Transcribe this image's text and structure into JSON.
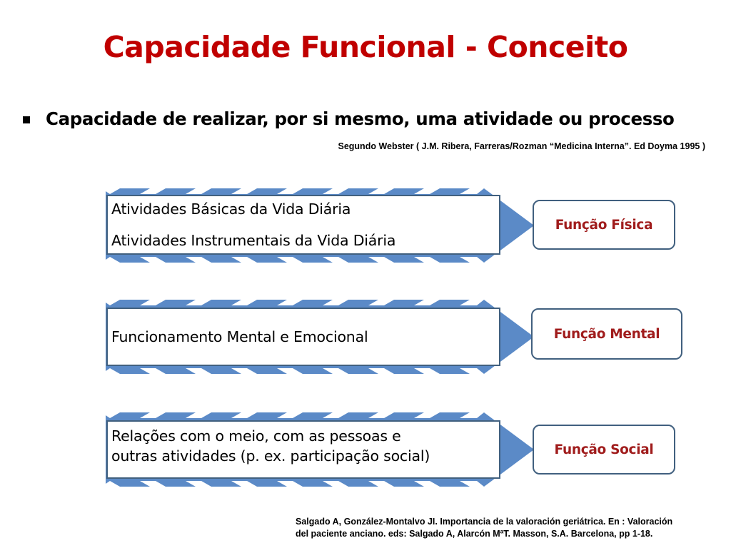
{
  "title": "Capacidade Funcional - Conceito",
  "bullet": {
    "icon": "square-bullet-icon",
    "text": "Capacidade de realizar, por si mesmo, uma atividade ou processo"
  },
  "source": "Segundo Webster  ( J.M. Ribera, Farreras/Rozman “Medicina Interna”. Ed Doyma 1995 )",
  "rows": [
    {
      "lines": [
        "Atividades Básicas da Vida Diária",
        "Atividades Instrumentais da Vida Diária"
      ],
      "function": "Função Física"
    },
    {
      "lines": [
        "Funcionamento Mental e Emocional"
      ],
      "function": "Função Mental"
    },
    {
      "lines": [
        "Relações com o meio, com as pessoas e",
        "outras atividades (p. ex. participação social)"
      ],
      "function": "Função Social"
    }
  ],
  "reference": {
    "line1": "Salgado A, González-Montalvo JI. Importancia de la valoración geriátrica. En : Valoración",
    "line2": "del paciente anciano. eds: Salgado A, Alarcón MªT. Masson, S.A. Barcelona, pp 1-18."
  },
  "colors": {
    "title": "#c00000",
    "arrow_fill": "#5b8ac7",
    "box_border": "#41607f",
    "function_text": "#a01c1c"
  }
}
